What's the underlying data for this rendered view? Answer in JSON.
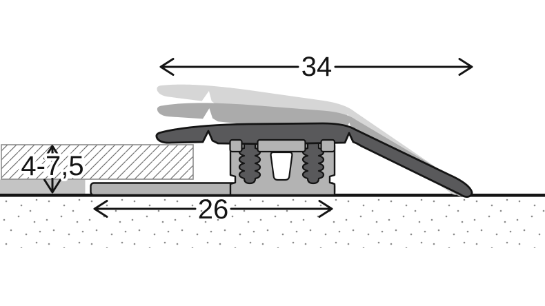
{
  "diagram": {
    "title": "height-adjustable floor transition profile - cross section",
    "dimension_labels": {
      "top_width": "34",
      "base_width": "26",
      "height_range": "4-7,5"
    },
    "colors": {
      "outline": "#141414",
      "profile_dark": "#59595b",
      "ghost_medium": "#ababab",
      "ghost_light": "#d6d6d6",
      "base_gray": "#b3b3b3",
      "floor_strip": "#c4c4c4",
      "hatch_fill": "#ffffff",
      "hatch_line": "#707070",
      "hatch_border": "#8c8c8c",
      "stipple_dot": "#8a8a8a",
      "hole_fill": "#ffffff",
      "background": "#ffffff"
    },
    "parts": {
      "profile": "ramp profile (3 tilt positions)",
      "legs": "serrated fixing legs",
      "base": "base track with click channels",
      "covering": "floor covering (hatched, height 4-7,5)",
      "strip": "underlay strip",
      "subfloor": "subfloor (stippled)"
    }
  }
}
